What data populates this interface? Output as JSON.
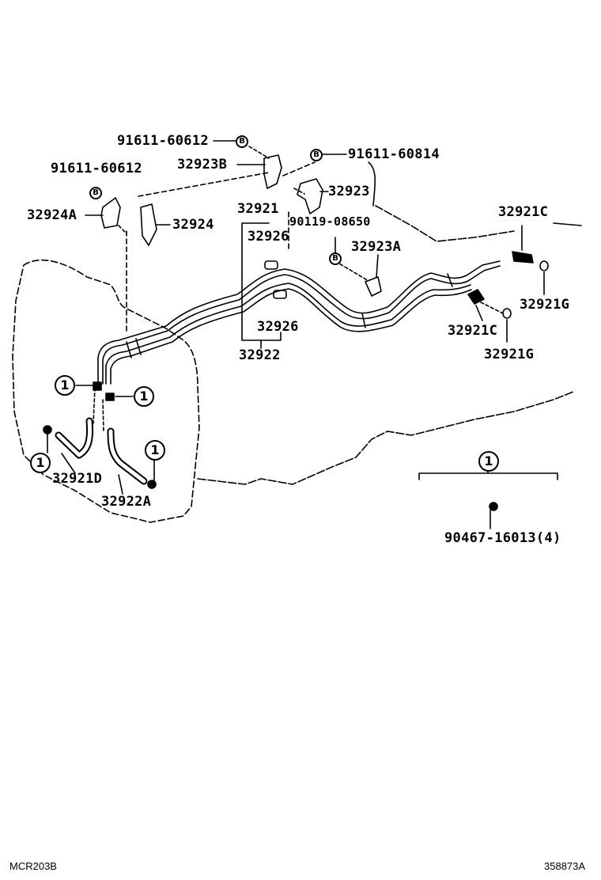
{
  "labels": {
    "bolt_91611_60612_top": "91611-60612",
    "bolt_91611_60612_left": "91611-60612",
    "bolt_91611_60814": "91611-60814",
    "bolt_90119_08650": "90119-08650",
    "p32923B": "32923B",
    "p32923": "32923",
    "p32924A": "32924A",
    "p32924": "32924",
    "p32921": "32921",
    "p32926_top": "32926",
    "p32926_bottom": "32926",
    "p32922": "32922",
    "p32923A": "32923A",
    "p32921C_top": "32921C",
    "p32921G_top": "32921G",
    "p32921C_bottom": "32921C",
    "p32921G_bottom": "32921G",
    "p32921D": "32921D",
    "p32922A": "32922A",
    "p90467": "90467-16013(4)"
  },
  "callouts": {
    "ref_1": "1",
    "bolt_mark": "B"
  },
  "footer": {
    "left_code": "MCR203B",
    "right_code": "358873A"
  }
}
